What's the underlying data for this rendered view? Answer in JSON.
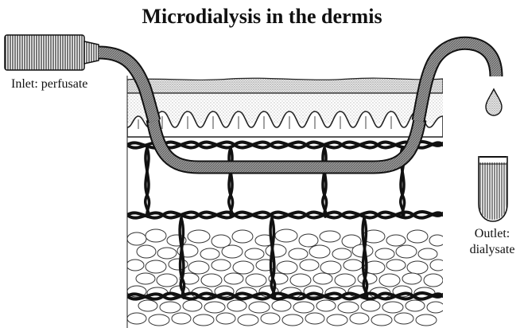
{
  "title": "Microdialysis in the dermis",
  "labels": {
    "inlet": "Inlet: perfusate",
    "outlet_line1": "Outlet:",
    "outlet_line2": "dialysate"
  },
  "colors": {
    "ink": "#111111",
    "background": "#ffffff",
    "stipple": "#9a9a9a",
    "tube_fill": "#8f8f8f"
  }
}
